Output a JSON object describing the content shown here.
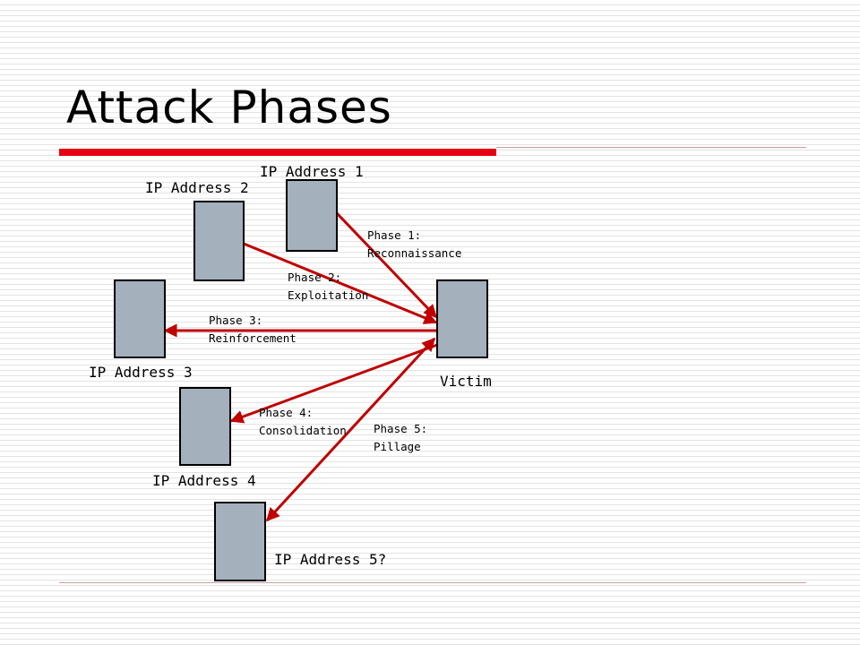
{
  "slide": {
    "title": "Attack Phases"
  },
  "colors": {
    "accent_bar": "#e60012",
    "arrow": "#c00000",
    "node_fill": "#a5b0bd",
    "rule": "#c7a0a0"
  },
  "nodes": {
    "ip1": "IP Address 1",
    "ip2": "IP Address 2",
    "ip3": "IP Address 3",
    "ip4": "IP Address 4",
    "ip5": "IP Address 5?",
    "victim": "Victim"
  },
  "phases": [
    {
      "line1": "Phase 1:",
      "line2": "Reconnaissance"
    },
    {
      "line1": "Phase 2:",
      "line2": "Exploitation"
    },
    {
      "line1": "Phase 3:",
      "line2": "Reinforcement"
    },
    {
      "line1": "Phase 4:",
      "line2": "Consolidation"
    },
    {
      "line1": "Phase 5:",
      "line2": "Pillage"
    }
  ]
}
